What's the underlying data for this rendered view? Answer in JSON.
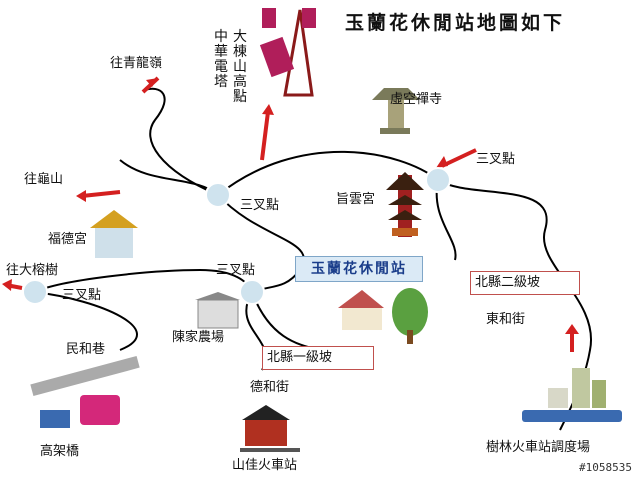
{
  "title": "玉蘭花休閒站地圖如下",
  "labels": {
    "to_qinglong_ridge": "往青龍嶺",
    "to_guishan": "往龜山",
    "to_dayeshu": "往大榕樹",
    "fude_temple": "福德宮",
    "tower": "大棟山高點中華電塔",
    "tower_col1": "大棟山高點",
    "tower_col2": "中華電塔",
    "xukong_temple": "虛空禪寺",
    "zhiyun_palace": "旨雲宮",
    "junction_top_left": "三叉點",
    "junction_top_right": "三叉點",
    "junction_middle": "三叉點",
    "junction_left": "三叉點",
    "rest_station": "玉蘭花休閒站",
    "chen_farm": "陳家農場",
    "minhe_alley": "民和巷",
    "overpass": "高架橋",
    "dehe_street": "德和街",
    "shanjia_station": "山佳火車站",
    "north_county_slope_1": "北縣一級坡",
    "north_county_slope_2": "北縣二級坡",
    "donghe_street": "東和街",
    "shulin_yard": "樹林火車站調度場"
  },
  "watermark": "#1058535",
  "colors": {
    "road": "#000000",
    "arrow": "#d42020",
    "junction": "#cfe3ee",
    "rest_box": "#dbeaf6",
    "slope_border": "#c0504d"
  }
}
